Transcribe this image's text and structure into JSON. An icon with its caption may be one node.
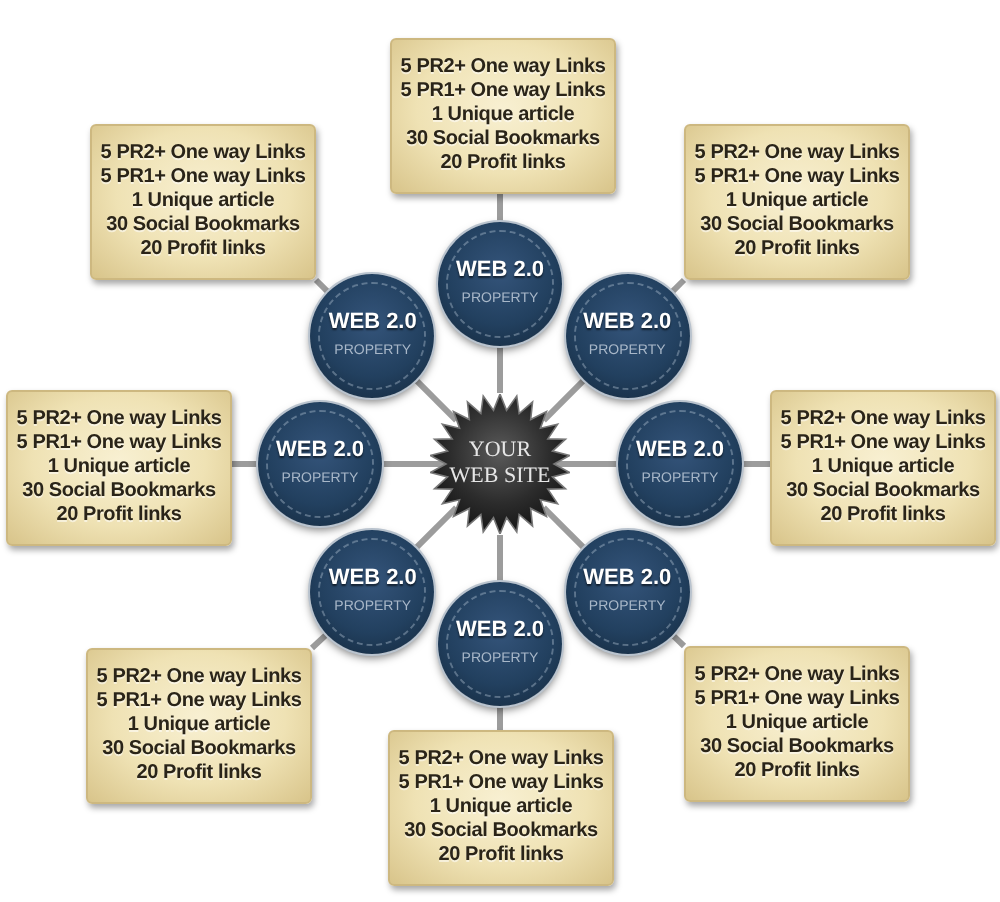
{
  "diagram": {
    "nodes": [
      {
        "text": [
          "YOUR WEB SITE"
        ]
      },
      {
        "text": [
          "WEB 2.0",
          "PROPERTY"
        ]
      },
      {
        "text": [
          "WEB 2.0",
          "PROPERTY"
        ]
      },
      {
        "text": [
          "WEB 2.0",
          "PROPERTY"
        ]
      },
      {
        "text": [
          "WEB 2.0",
          "PROPERTY"
        ]
      },
      {
        "text": [
          "WEB 2.0",
          "PROPERTY"
        ]
      },
      {
        "text": [
          "WEB 2.0",
          "PROPERTY"
        ]
      },
      {
        "text": [
          "WEB 2.0",
          "PROPERTY"
        ]
      },
      {
        "text": [
          "WEB 2.0",
          "PROPERTY"
        ]
      },
      {
        "text": [
          "5 PR2+ One way Links",
          "5 PR1+ One way Links",
          "1 Unique article",
          "30 Social Bookmarks",
          "20 Profit links"
        ]
      },
      {
        "text": [
          "5 PR2+ One way Links",
          "5 PR1+ One way Links",
          "1 Unique article",
          "30 Social Bookmarks",
          "20 Profit links"
        ]
      },
      {
        "text": [
          "5 PR2+ One way Links",
          "5 PR1+ One way Links",
          "1 Unique article",
          "30 Social Bookmarks",
          "20 Profit links"
        ]
      },
      {
        "text": [
          "5 PR2+ One way Links",
          "5 PR1+ One way Links",
          "1 Unique article",
          "30 Social Bookmarks",
          "20 Profit links"
        ]
      },
      {
        "text": [
          "5 PR2+ One way Links",
          "5 PR1+ One way Links",
          "1 Unique article",
          "30 Social Bookmarks",
          "20 Profit links"
        ]
      },
      {
        "text": [
          "5 PR2+ One way Links",
          "5 PR1+ One way Links",
          "1 Unique article",
          "30 Social Bookmarks",
          "20 Profit links"
        ]
      },
      {
        "text": [
          "5 PR2+ One way Links",
          "5 PR1+ One way Links",
          "1 Unique article",
          "30 Social Bookmarks",
          "20 Profit links"
        ]
      },
      {
        "text": [
          "5 PR2+ One way Links",
          "5 PR1+ One way Links",
          "1 Unique article",
          "30 Social Bookmarks",
          "20 Profit links"
        ]
      }
    ],
    "edges": [
      {
        "from": 0,
        "to": 1,
        "arrow": "none"
      },
      {
        "from": 0,
        "to": 2,
        "arrow": "none"
      },
      {
        "from": 0,
        "to": 3,
        "arrow": "none"
      },
      {
        "from": 0,
        "to": 4,
        "arrow": "none"
      },
      {
        "from": 0,
        "to": 5,
        "arrow": "none"
      },
      {
        "from": 0,
        "to": 6,
        "arrow": "none"
      },
      {
        "from": 0,
        "to": 7,
        "arrow": "none"
      },
      {
        "from": 0,
        "to": 8,
        "arrow": "none"
      },
      {
        "from": 1,
        "to": 9,
        "arrow": "none"
      },
      {
        "from": 2,
        "to": 10,
        "arrow": "none"
      },
      {
        "from": 3,
        "to": 11,
        "arrow": "none"
      },
      {
        "from": 4,
        "to": 12,
        "arrow": "none"
      },
      {
        "from": 5,
        "to": 13,
        "arrow": "none"
      },
      {
        "from": 6,
        "to": 14,
        "arrow": "none"
      },
      {
        "from": 7,
        "to": 15,
        "arrow": "none"
      },
      {
        "from": 8,
        "to": 16,
        "arrow": "none"
      }
    ]
  }
}
